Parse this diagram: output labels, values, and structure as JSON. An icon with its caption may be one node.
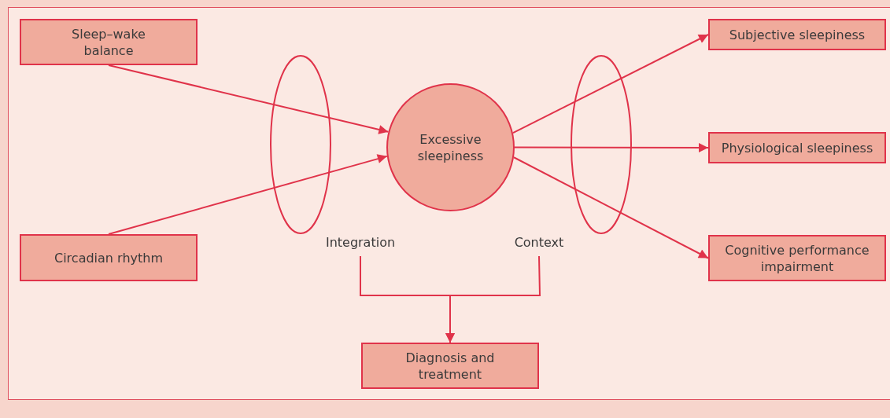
{
  "diagram": {
    "nodes": [
      {
        "text": [
          "Sleep–wake balance"
        ]
      },
      {
        "text": [
          "Circadian rhythm"
        ]
      },
      {
        "text": [
          "Excessive sleepiness"
        ]
      },
      {
        "text": [
          "Subjective sleepiness"
        ]
      },
      {
        "text": [
          "Physiological sleepiness"
        ]
      },
      {
        "text": [
          "Cognitive performance impairment"
        ]
      },
      {
        "text": [
          "Integration"
        ]
      },
      {
        "text": [
          "Context"
        ]
      },
      {
        "text": [
          "Diagnosis and treatment"
        ]
      }
    ],
    "edges": [
      {
        "from": 0,
        "to": 2,
        "arrow": "to"
      },
      {
        "from": 1,
        "to": 2,
        "arrow": "to"
      },
      {
        "from": 2,
        "to": 3,
        "arrow": "to"
      },
      {
        "from": 2,
        "to": 4,
        "arrow": "to"
      },
      {
        "from": 2,
        "to": 5,
        "arrow": "to"
      },
      {
        "from": 6,
        "to": 8,
        "arrow": "to"
      },
      {
        "from": 7,
        "to": 8,
        "arrow": "to"
      }
    ]
  }
}
